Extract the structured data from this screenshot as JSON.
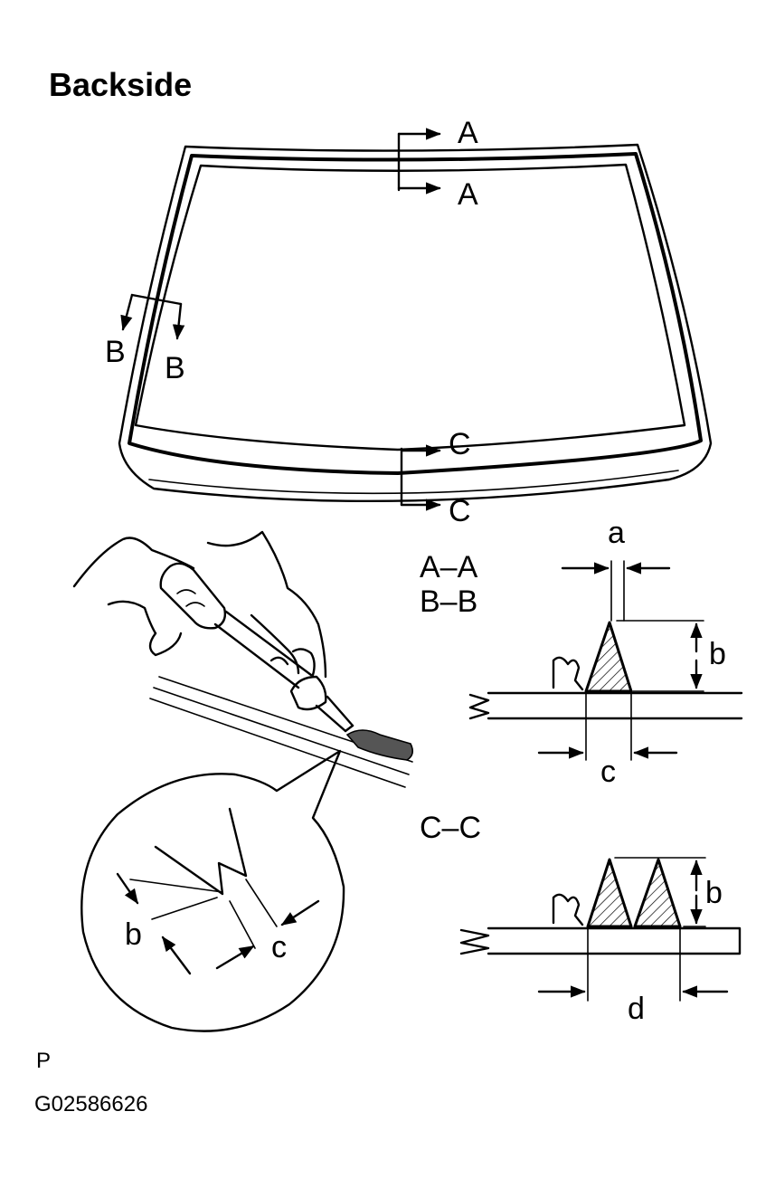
{
  "heading": "Backside",
  "section_markers": {
    "a_top": "A",
    "a_bottom": "A",
    "b_left": "B",
    "b_right": "B",
    "c_top": "C",
    "c_bottom": "C"
  },
  "sections": {
    "aa": "A–A",
    "bb": "B–B",
    "cc": "C–C"
  },
  "dimensions": {
    "a": "a",
    "b_upper": "b",
    "c_upper": "c",
    "b_lower": "b",
    "d": "d",
    "b_detail": "b",
    "c_detail": "c"
  },
  "footer": {
    "code_p": "P",
    "figure_id": "G02586626"
  },
  "icons": [
    "glue-gun-icon",
    "hand-icon",
    "windshield-icon",
    "urethane-bead-icon"
  ]
}
